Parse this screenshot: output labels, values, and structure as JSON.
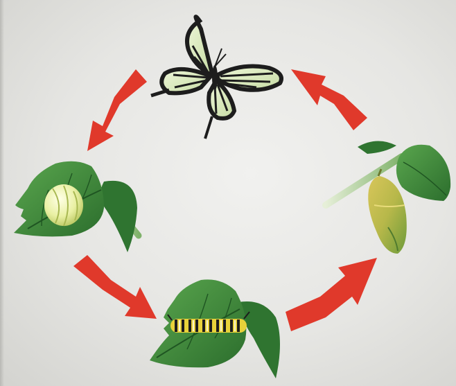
{
  "diagram": {
    "stages": [
      {
        "id": "adult",
        "icon": "butterfly-icon"
      },
      {
        "id": "egg",
        "icon": "egg-on-leaf-icon"
      },
      {
        "id": "larva",
        "icon": "caterpillar-on-leaf-icon"
      },
      {
        "id": "pupa",
        "icon": "chrysalis-icon"
      }
    ],
    "arrow_color": "#e0392b",
    "leaf_color": "#3f8a3c",
    "background_color": "#ececea"
  }
}
